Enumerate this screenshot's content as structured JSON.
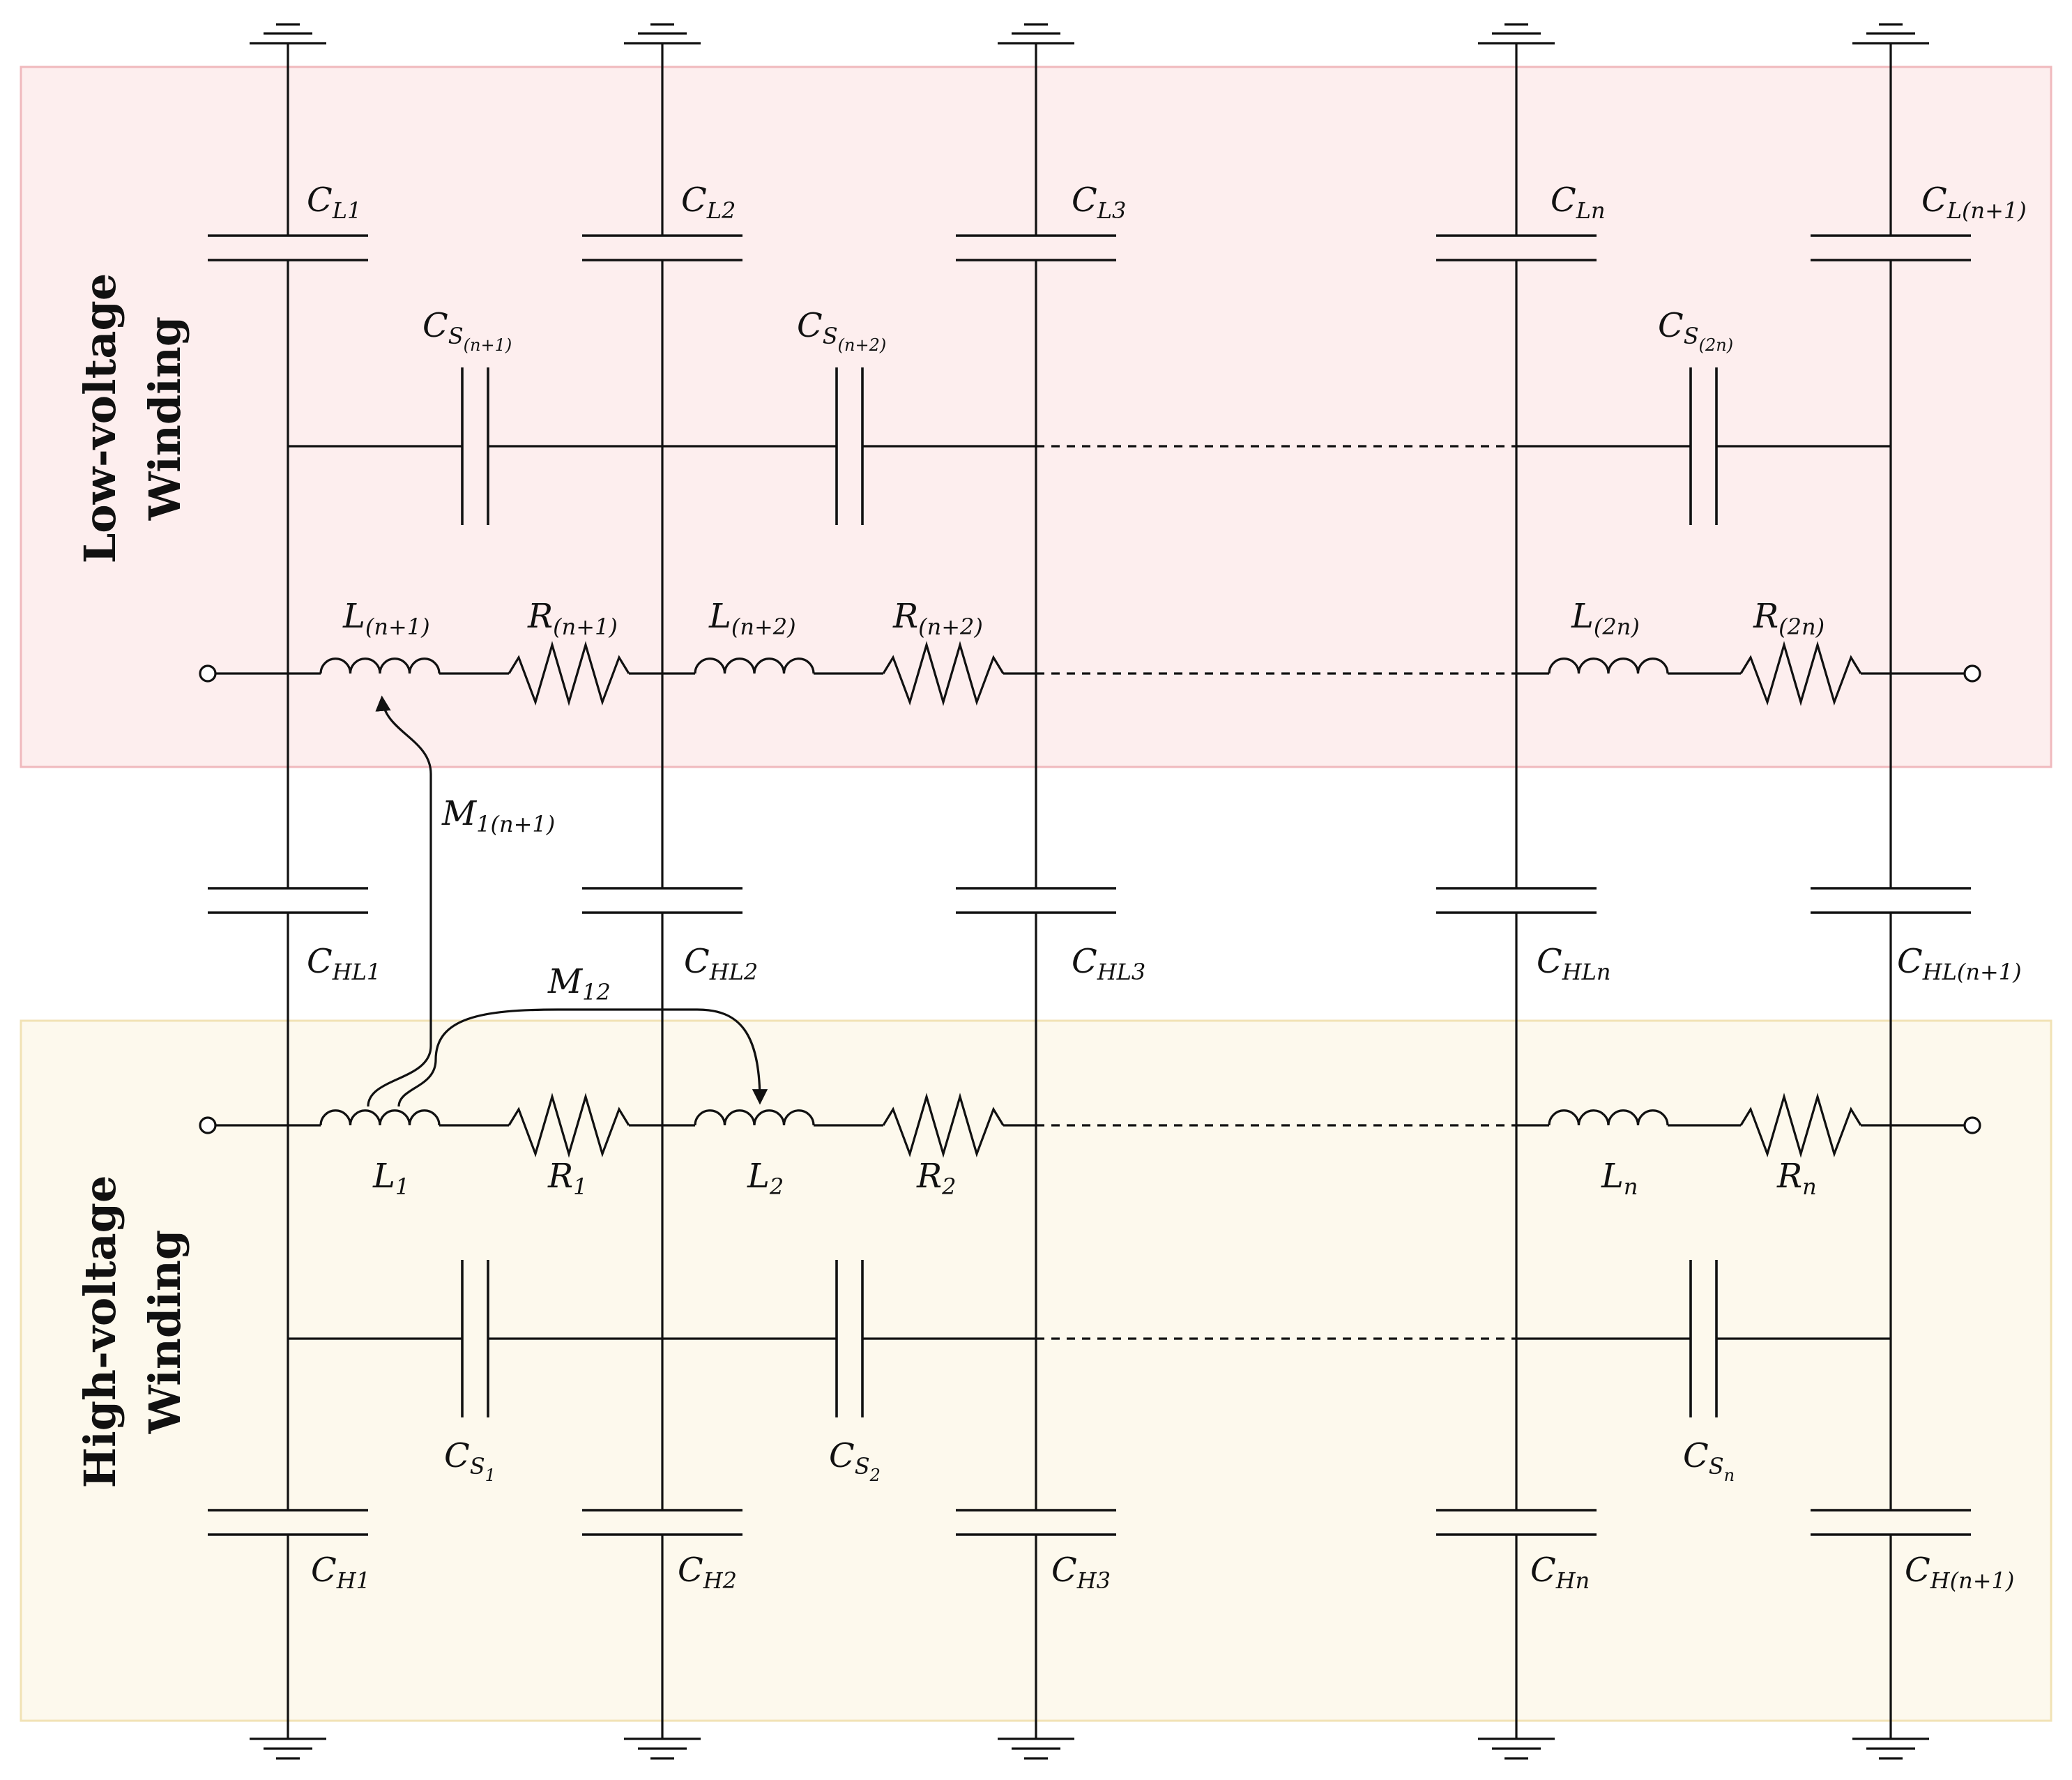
{
  "regions": {
    "low": {
      "line1": "Low-voltage",
      "line2": "Winding",
      "fill": "#fdeeee",
      "stroke": "#f0b9bd"
    },
    "high": {
      "line1": "High-voltage",
      "line2": "Winding",
      "fill": "#fdf9ed",
      "stroke": "#f1e2b5"
    }
  },
  "labels": {
    "CL1": {
      "main": "C",
      "sub": "L1"
    },
    "CL2": {
      "main": "C",
      "sub": "L2"
    },
    "CL3": {
      "main": "C",
      "sub": "L3"
    },
    "CLn": {
      "main": "C",
      "sub": "Ln"
    },
    "CLn1": {
      "main": "C",
      "sub": "L(n+1)"
    },
    "CSn1": {
      "main": "C",
      "sub": "S",
      "subsub": "(n+1)"
    },
    "CSn2": {
      "main": "C",
      "sub": "S",
      "subsub": "(n+2)"
    },
    "CS2n": {
      "main": "C",
      "sub": "S",
      "subsub": "(2n)"
    },
    "Ln1": {
      "main": "L",
      "sub": "(n+1)"
    },
    "Rn1": {
      "main": "R",
      "sub": "(n+1)"
    },
    "Ln2": {
      "main": "L",
      "sub": "(n+2)"
    },
    "Rn2": {
      "main": "R",
      "sub": "(n+2)"
    },
    "L2n": {
      "main": "L",
      "sub": "(2n)"
    },
    "R2n": {
      "main": "R",
      "sub": "(2n)"
    },
    "M1n1": {
      "main": "M",
      "sub": "1(n+1)"
    },
    "CHL1": {
      "main": "C",
      "sub": "HL1"
    },
    "CHL2": {
      "main": "C",
      "sub": "HL2"
    },
    "CHL3": {
      "main": "C",
      "sub": "HL3"
    },
    "CHLn": {
      "main": "C",
      "sub": "HLn"
    },
    "CHLn1": {
      "main": "C",
      "sub": "HL(n+1)"
    },
    "M12": {
      "main": "M",
      "sub": "12"
    },
    "L1": {
      "main": "L",
      "sub": "1"
    },
    "R1": {
      "main": "R",
      "sub": "1"
    },
    "L2": {
      "main": "L",
      "sub": "2"
    },
    "R2": {
      "main": "R",
      "sub": "2"
    },
    "Ln": {
      "main": "L",
      "sub": "n"
    },
    "Rn": {
      "main": "R",
      "sub": "n"
    },
    "CS1": {
      "main": "C",
      "sub": "S",
      "subsub": "1"
    },
    "CS2": {
      "main": "C",
      "sub": "S",
      "subsub": "2"
    },
    "CSn": {
      "main": "C",
      "sub": "S",
      "subsub": "n"
    },
    "CH1": {
      "main": "C",
      "sub": "H1"
    },
    "CH2": {
      "main": "C",
      "sub": "H2"
    },
    "CH3": {
      "main": "C",
      "sub": "H3"
    },
    "CHn": {
      "main": "C",
      "sub": "Hn"
    },
    "CHn1": {
      "main": "C",
      "sub": "H(n+1)"
    }
  }
}
